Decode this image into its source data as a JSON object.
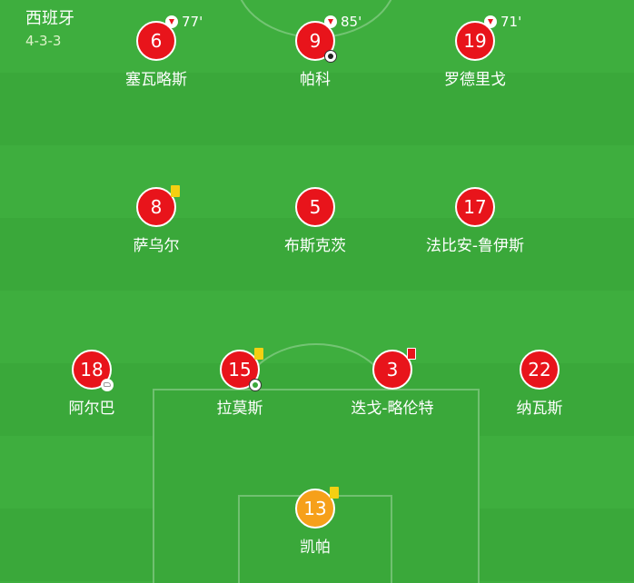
{
  "team": {
    "name": "西班牙",
    "formation": "4-3-3"
  },
  "players": {
    "p6": {
      "number": "6",
      "name": "塞瓦略斯",
      "sub_minute": "77'"
    },
    "p9": {
      "number": "9",
      "name": "帕科",
      "sub_minute": "85'"
    },
    "p19": {
      "number": "19",
      "name": "罗德里戈",
      "sub_minute": "71'"
    },
    "p8": {
      "number": "8",
      "name": "萨乌尔"
    },
    "p5": {
      "number": "5",
      "name": "布斯克茨"
    },
    "p17": {
      "number": "17",
      "name": "法比安-鲁伊斯"
    },
    "p18": {
      "number": "18",
      "name": "阿尔巴"
    },
    "p15": {
      "number": "15",
      "name": "拉莫斯"
    },
    "p3": {
      "number": "3",
      "name": "迭戈-略伦特"
    },
    "p22": {
      "number": "22",
      "name": "纳瓦斯"
    },
    "p13": {
      "number": "13",
      "name": "凯帕"
    }
  },
  "colors": {
    "pitch": "#3eae3e",
    "player": "#e8141b",
    "goalkeeper": "#f6a01a",
    "yellow_card": "#f4d012",
    "red_card": "#e8141b"
  },
  "icons": [
    "substitution-off-icon",
    "goal-ball-icon",
    "yellow-card-icon",
    "red-card-icon",
    "assist-boot-icon"
  ]
}
